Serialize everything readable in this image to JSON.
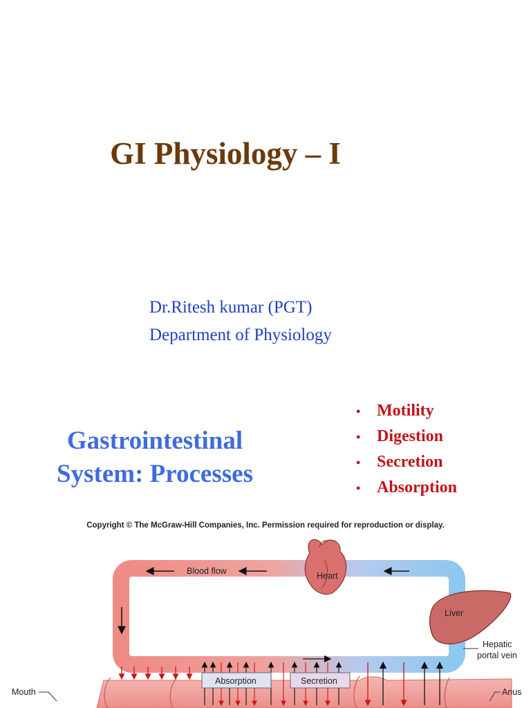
{
  "slide": {
    "title": "GI Physiology – I",
    "author_name": "Dr.Ritesh kumar (PGT)",
    "author_dept": "Department of Physiology"
  },
  "section": {
    "title_line1": "Gastrointestinal",
    "title_line2": "System: Processes",
    "bullet_glyph": "•",
    "bullets": [
      "Motility",
      "Digestion",
      "Secretion",
      "Absorption"
    ]
  },
  "figure": {
    "copyright": "Copyright © The McGraw-Hill Companies, Inc. Permission required for reproduction or display.",
    "labels": {
      "blood_flow": "Blood flow",
      "heart": "Heart",
      "liver": "Liver",
      "hepatic_line1": "Hepatic",
      "hepatic_line2": "portal vein",
      "absorption": "Absorption",
      "secretion": "Secretion",
      "mouth": "Mouth",
      "anus": "Anus"
    }
  },
  "colors": {
    "title": "#6b3a08",
    "author": "#1f3fbf",
    "section_title": "#3e6ce0",
    "bullets": "#c0141a",
    "artery": "#ef8a84",
    "vein": "#8dc8ee"
  }
}
